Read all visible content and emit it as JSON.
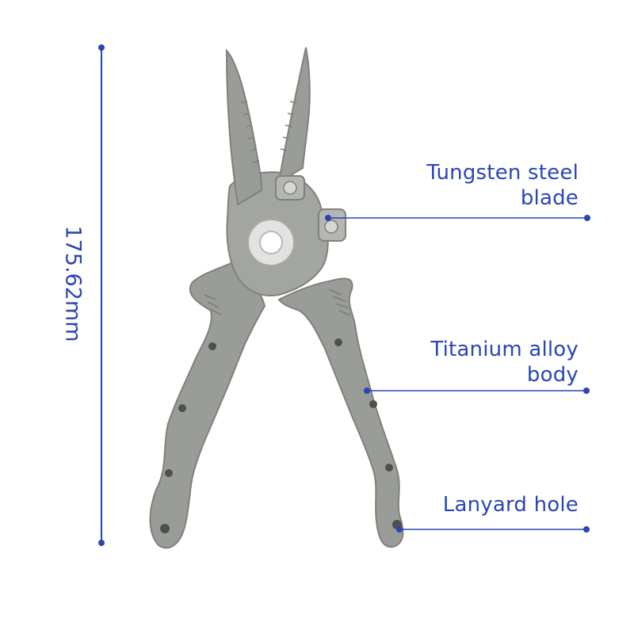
{
  "dimension": {
    "label": "175.62mm"
  },
  "callouts": [
    {
      "line1": "Tungsten steel",
      "line2": "blade"
    },
    {
      "line1": "Titanium alloy",
      "line2": "body"
    },
    {
      "line1": "Lanyard hole",
      "line2": ""
    }
  ],
  "colors": {
    "accent": "#2a45b8",
    "tool_body": "#9a9c98",
    "tool_shadow": "#7f817d",
    "tool_highlight": "#b4b6b2",
    "pivot_washer": "#e2e3e1",
    "background": "#ffffff"
  },
  "icons": [
    "fishing-pliers-illustration"
  ]
}
